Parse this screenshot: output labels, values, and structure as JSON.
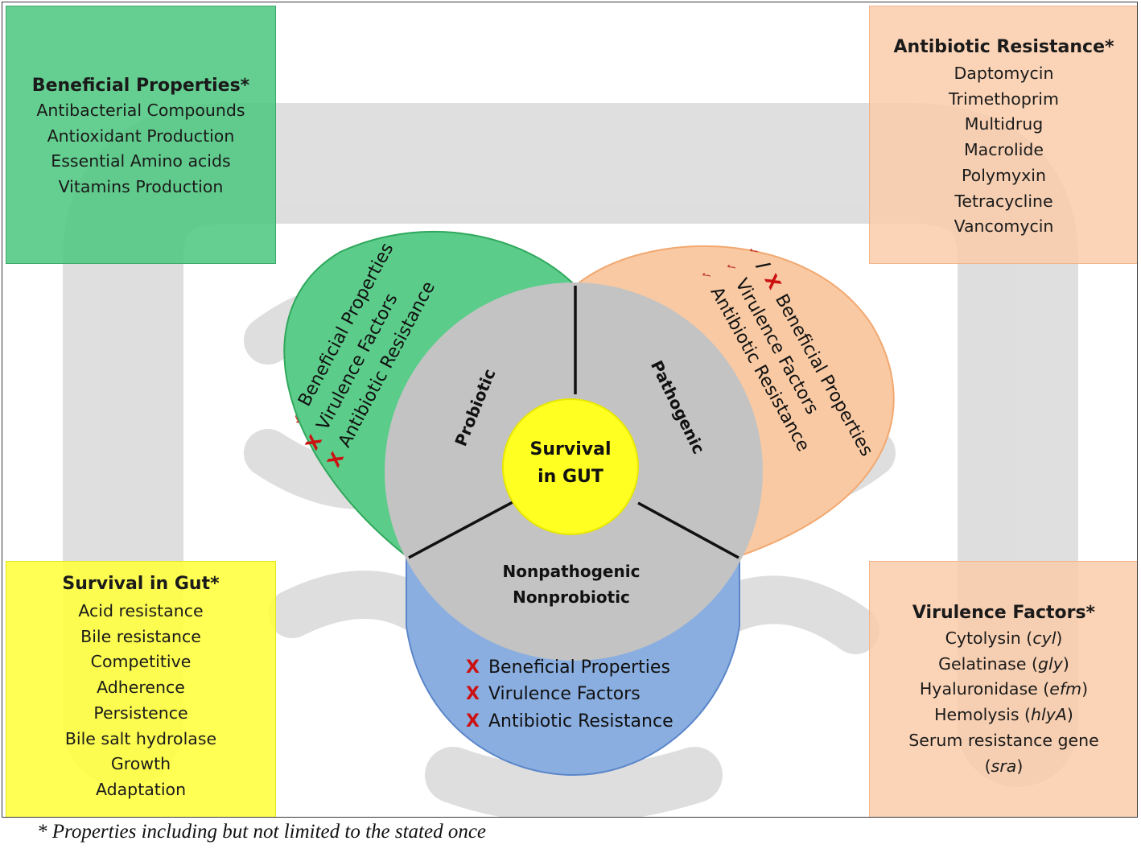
{
  "beneficial_box": {
    "title": "Beneficial Properties*",
    "items": [
      "Antibacterial  Compounds",
      "Antioxidant Production",
      "Essential Amino acids",
      "Vitamins Production"
    ]
  },
  "antibiotic_box": {
    "title": "Antibiotic Resistance*",
    "items": [
      "Daptomycin",
      "Trimethoprim",
      "Multidrug",
      "Macrolide",
      "Polymyxin",
      "Tetracycline",
      "Vancomycin"
    ]
  },
  "survival_box": {
    "title": "Survival in Gut*",
    "items": [
      "Acid resistance",
      "Bile resistance",
      "Competitive",
      "Adherence",
      "Persistence",
      "Bile salt hydrolase",
      "Growth",
      "Adaptation"
    ]
  },
  "virulence_box": {
    "title": "Virulence Factors*",
    "items": [
      {
        "name": "Cytolysin (",
        "gene": "cyl",
        "close": ")"
      },
      {
        "name": "Gelatinase (",
        "gene": "gly",
        "close": ")"
      },
      {
        "name": "Hyaluronidase (",
        "gene": "efm",
        "close": ")"
      },
      {
        "name": "Hemolysis (",
        "gene": "hlyA",
        "close": ")"
      }
    ],
    "last_line": "Serum resistance gene",
    "last_open": "(",
    "last_gene": "sra",
    "last_close": ")"
  },
  "center": {
    "line1": "Survival",
    "line2": "in GUT",
    "probiotic": "Probiotic",
    "pathogenic": "Pathogenic",
    "np_line1": "Nonpathogenic",
    "np_line2": "Nonprobiotic"
  },
  "probiotic_petal": {
    "rows": [
      {
        "mark": "✓",
        "text": "Beneficial Properties"
      },
      {
        "mark": "X",
        "text": "Virulence Factors"
      },
      {
        "mark": "X",
        "text": "Antibiotic Resistance"
      }
    ]
  },
  "pathogenic_petal": {
    "row1_text": "Beneficial Properties",
    "row1_slash": "/",
    "row1_x": "X",
    "row2_text": "Virulence Factors",
    "row3_text": "Antibiotic Resistance",
    "check": "✓"
  },
  "nonpathogenic_petal": {
    "rows": [
      {
        "mark": "X",
        "text": "Beneficial Properties"
      },
      {
        "mark": "X",
        "text": "Virulence Factors"
      },
      {
        "mark": "X",
        "text": "Antibiotic Resistance"
      }
    ]
  },
  "footnote": "* Properties including but not limited to the stated once",
  "colors": {
    "green": "#5ccc8a",
    "green_border": "#2fa85c",
    "orange": "#f8c9a3",
    "orange_border": "#f2a870",
    "blue": "#8aaee0",
    "blue_border": "#5b86c9",
    "gray_wheel": "#c3c3c3",
    "yellow_center": "#ffff22",
    "check_color": "#c0392b",
    "x_color": "#cc1111",
    "gut_gray": "#d9d9d9"
  }
}
